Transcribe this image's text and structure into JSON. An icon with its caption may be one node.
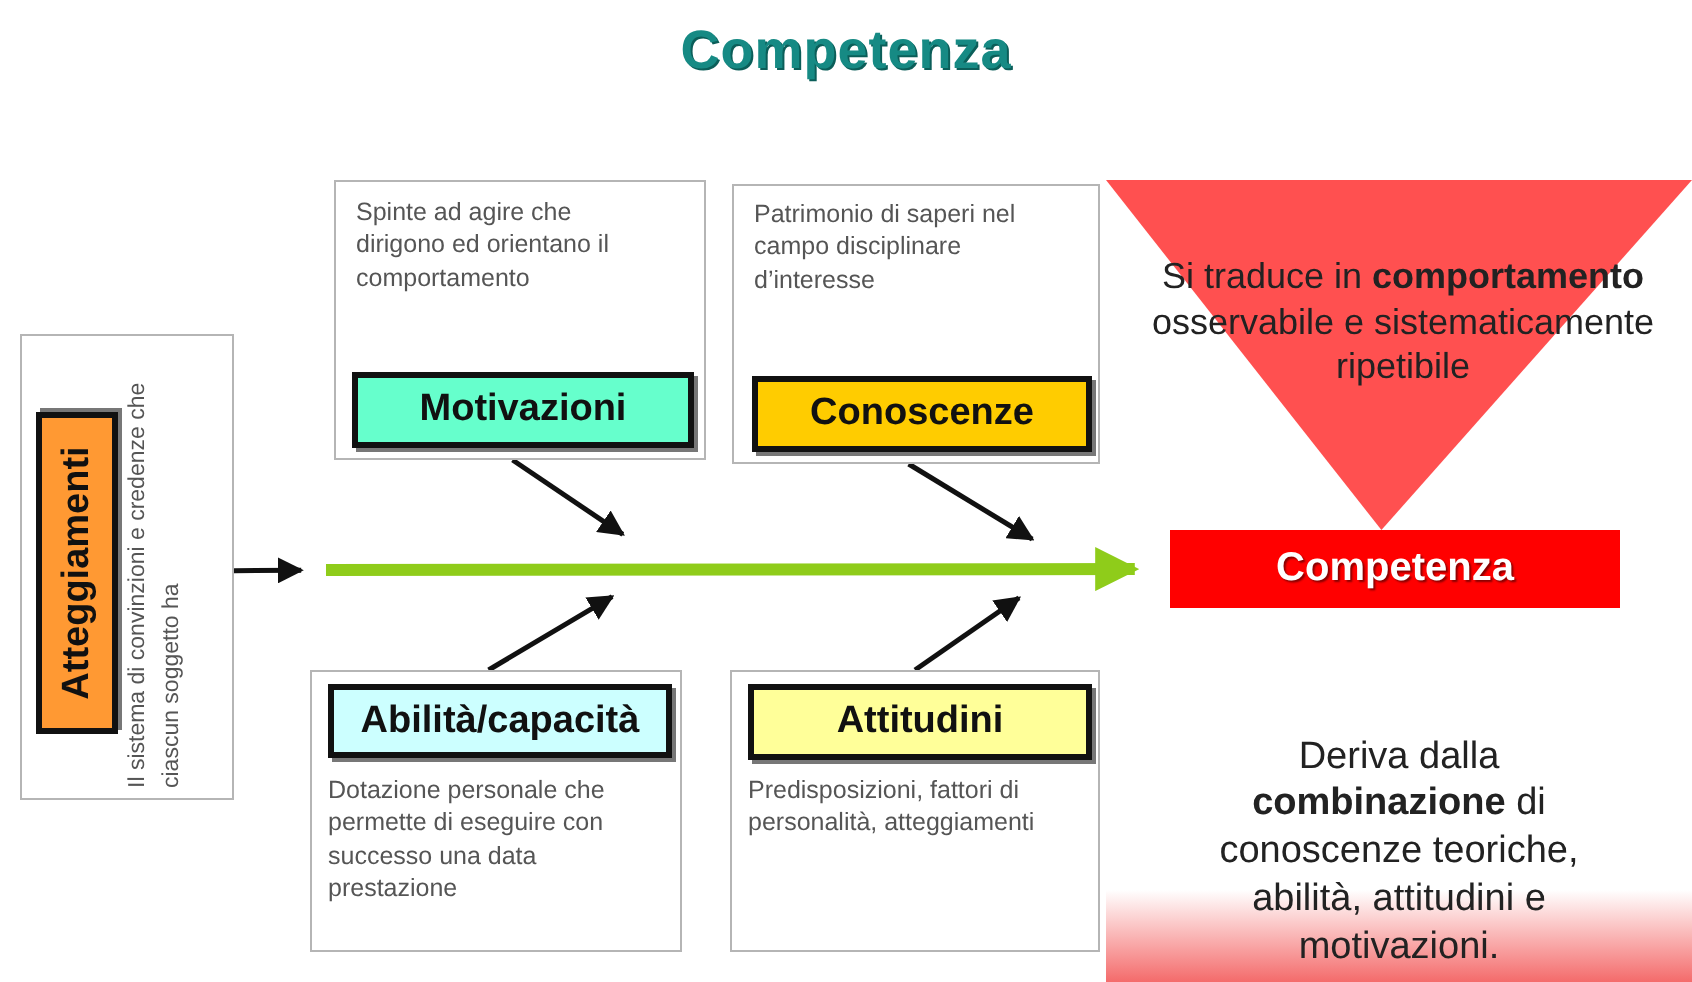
{
  "diagram": {
    "title": "Competenza",
    "nodes": [
      {
        "text": [
          "Il sistema di convinzioni e credenze che ciascun soggetto ha"
        ]
      },
      {
        "text": [
          "Atteggiamenti"
        ],
        "in": 0
      },
      {
        "text": [
          "Spinte ad agire che dirigono ed orientano il comportamento"
        ]
      },
      {
        "text": [
          "Motivazioni"
        ],
        "in": 2
      },
      {
        "text": [
          "Patrimonio di saperi nel campo disciplinare d’interesse"
        ]
      },
      {
        "text": [
          "Conoscenze"
        ],
        "in": 4
      },
      {
        "text": [
          "Si traduce in **comportamento** osservabile e sistematicamente ripetibile"
        ]
      },
      {
        "text": [
          "Competenza"
        ]
      },
      {
        "text": [
          "Dotazione personale che permette di eseguire con successo una data prestazione"
        ]
      },
      {
        "text": [
          "Abilità/capacità"
        ],
        "in": 8
      },
      {
        "text": [
          "Predisposizioni, fattori di personalità, atteggiamenti"
        ]
      },
      {
        "text": [
          "Attitudini"
        ],
        "in": 10
      },
      {
        "text": [
          "Deriva dalla **combinazione** di conoscenze teoriche, abilità, attitudini e motivazioni."
        ]
      }
    ],
    "edges": [
      {
        "from": 0,
        "to": null,
        "arrow": "to"
      },
      {
        "from": null,
        "to": 7,
        "arrow": "to",
        "style": "thick",
        "color": "#8fcc1a"
      },
      {
        "from": 2,
        "to": null,
        "arrow": "to"
      },
      {
        "from": 4,
        "to": null,
        "arrow": "to"
      },
      {
        "from": 8,
        "to": null,
        "arrow": "to"
      },
      {
        "from": 10,
        "to": null,
        "arrow": "to"
      }
    ]
  }
}
